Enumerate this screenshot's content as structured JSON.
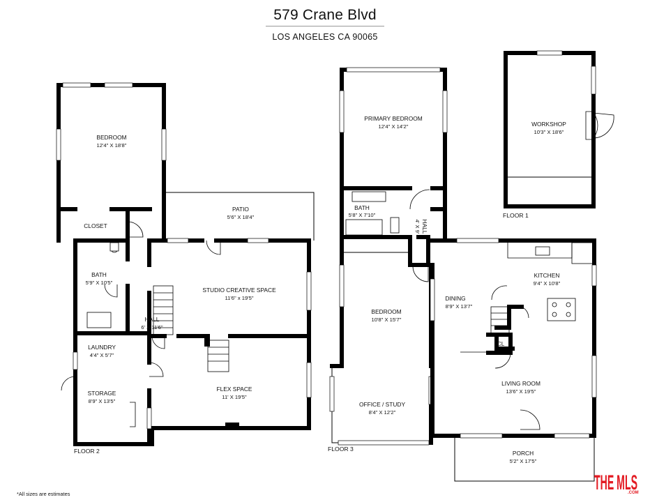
{
  "header": {
    "address": "579 Crane Blvd",
    "city": "LOS ANGELES CA 90065"
  },
  "floors": {
    "floor1": "FLOOR 1",
    "floor2": "FLOOR 2",
    "floor3": "FLOOR 3"
  },
  "rooms": {
    "bedroom_f2": {
      "name": "BEDROOM",
      "dims": "12'4\" X 18'8\""
    },
    "closet": {
      "name": "CLOSET"
    },
    "patio": {
      "name": "PATIO",
      "dims": "5'6\" X 18'4\""
    },
    "bath_f2": {
      "name": "BATH",
      "dims": "5'9\" X 10'5\""
    },
    "studio": {
      "name": "STUDIO CREATIVE SPACE",
      "dims": "11'6\" x 19'5\""
    },
    "hall_f2": {
      "name": "HALL",
      "dims": "6' X 11'6\""
    },
    "laundry": {
      "name": "LAUNDRY",
      "dims": "4'4\" X 5'7\""
    },
    "storage": {
      "name": "STORAGE",
      "dims": "8'9\" X 13'5\""
    },
    "flex": {
      "name": "FLEX SPACE",
      "dims": "11' X 19'5\""
    },
    "primary_bedroom": {
      "name": "PRIMARY BEDROOM",
      "dims": "12'4\" X 14'2\""
    },
    "bath_f3": {
      "name": "BATH",
      "dims": "5'8\" X 7'10\""
    },
    "hall_f3": {
      "name": "HALL",
      "dims": "4' X 9'"
    },
    "bedroom_f3": {
      "name": "BEDROOM",
      "dims": "10'8\" X 15'7\""
    },
    "office": {
      "name": "OFFICE / STUDY",
      "dims": "8'4\" X 12'2\""
    },
    "workshop": {
      "name": "WORKSHOP",
      "dims": "10'3\" X 18'6\""
    },
    "kitchen": {
      "name": "KITCHEN",
      "dims": "9'4\" X 10'8\""
    },
    "dining": {
      "name": "DINING",
      "dims": "8'9\" X 13'7\""
    },
    "cl": {
      "name": "CL"
    },
    "living": {
      "name": "LIVING ROOM",
      "dims": "13'6\" X 19'5\""
    },
    "porch": {
      "name": "PORCH",
      "dims": "5'2\" X 17'5\""
    }
  },
  "footnote": "*All sizes are estimates",
  "logo": {
    "text": "THE MLS",
    "suffix": ".COM",
    "color": "#e31b23"
  }
}
